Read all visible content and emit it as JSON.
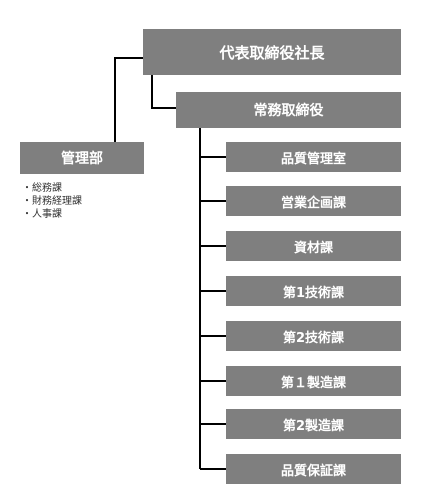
{
  "org_chart": {
    "president": {
      "label": "代表取締役社長"
    },
    "managing_director": {
      "label": "常務取締役"
    },
    "administration": {
      "label": "管理部",
      "sections": [
        "・総務課",
        "・財務経理課",
        "・人事課"
      ]
    },
    "departments": [
      {
        "label": "品質管理室"
      },
      {
        "label": "営業企画課"
      },
      {
        "label": "資材課"
      },
      {
        "label": "第1技術課"
      },
      {
        "label": "第2技術課"
      },
      {
        "label": "第１製造課"
      },
      {
        "label": "第2製造課"
      },
      {
        "label": "品質保証課"
      }
    ]
  },
  "colors": {
    "box_fill": "#7f7f7f",
    "box_text": "#ffffff",
    "connector": "#000000"
  }
}
